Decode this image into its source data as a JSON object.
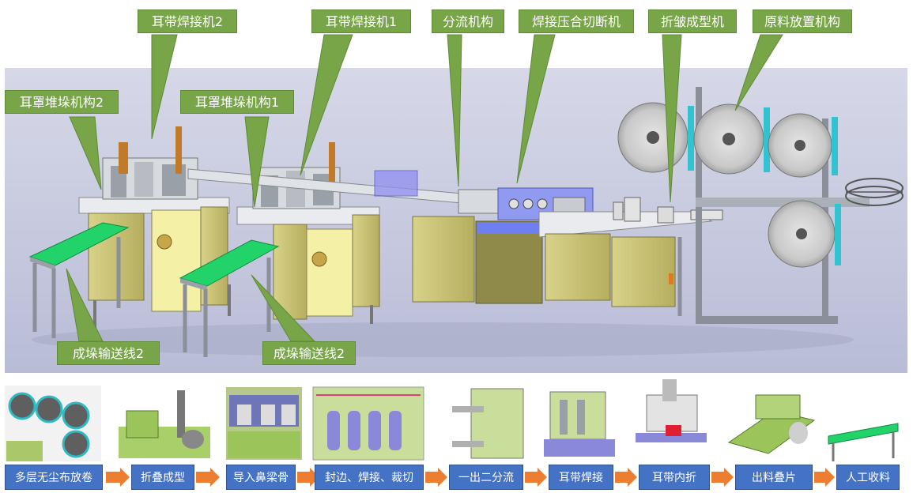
{
  "callouts": {
    "ear_welder_2": "耳带焊接机2",
    "ear_welder_1": "耳带焊接机1",
    "splitter": "分流机构",
    "weld_press_cut": "焊接压合切断机",
    "fold_forming": "折皱成型机",
    "material_holder": "原料放置机构",
    "mask_stacker_2": "耳罩堆垛机构2",
    "mask_stacker_1": "耳罩堆垛机构1",
    "conveyor_a": "成垛输送线2",
    "conveyor_b": "成垛输送线2"
  },
  "process_steps": [
    "多层无尘布放卷",
    "折叠成型",
    "导入鼻梁骨",
    "封边、焊接、裁切",
    "一出二分流",
    "耳带焊接",
    "耳带内折",
    "出料叠片",
    "人工收料"
  ],
  "colors": {
    "callout_green": "#77a548",
    "step_blue": "#4472c4",
    "arrow_orange": "#ed7d31",
    "cabinet_khaki": "#c9c274",
    "conveyor_green": "#22d36a",
    "background": "#c9cbe0"
  }
}
